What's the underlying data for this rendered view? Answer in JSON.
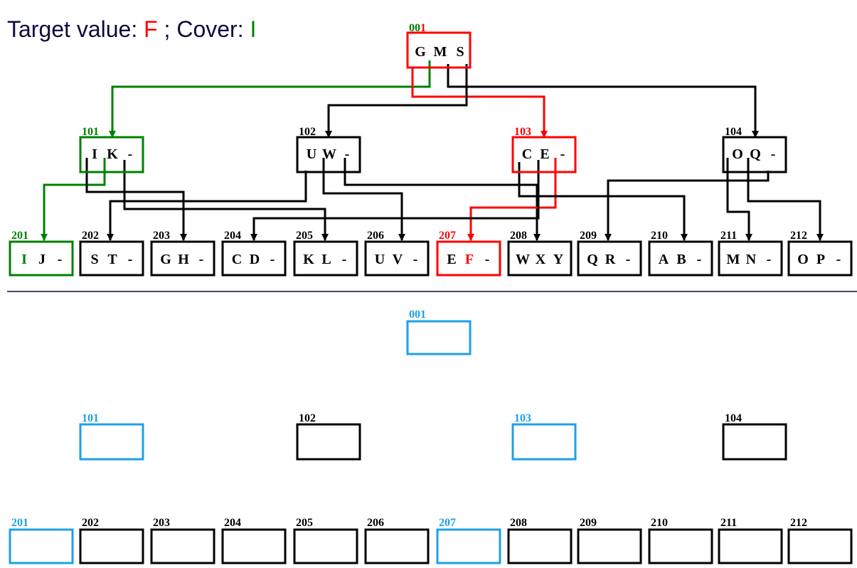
{
  "title": {
    "prefix": "Target value: ",
    "target": "F",
    "separator": "; Cover: ",
    "cover": "I"
  },
  "colors": {
    "default": "#000000",
    "target": "#ff0000",
    "cover": "#008000",
    "empty_highlight": "#1ea0e6",
    "title_text": "#0c0c3c",
    "divider": "#0c0c3c"
  },
  "upper": {
    "root": {
      "id_part1": "00",
      "id_part2": "1",
      "keys": [
        "G",
        "M",
        "S"
      ]
    },
    "level1": [
      {
        "id": "101",
        "keys": [
          "I",
          "K",
          "-"
        ]
      },
      {
        "id": "102",
        "keys": [
          "U",
          "W",
          "-"
        ]
      },
      {
        "id": "103",
        "keys": [
          "C",
          "E",
          "-"
        ]
      },
      {
        "id": "104",
        "keys": [
          "O",
          "Q",
          "-"
        ]
      }
    ],
    "leaves": [
      {
        "id": "201",
        "keys": [
          "I",
          "J",
          "-"
        ]
      },
      {
        "id": "202",
        "keys": [
          "S",
          "T",
          "-"
        ]
      },
      {
        "id": "203",
        "keys": [
          "G",
          "H",
          "-"
        ]
      },
      {
        "id": "204",
        "keys": [
          "C",
          "D",
          "-"
        ]
      },
      {
        "id": "205",
        "keys": [
          "K",
          "L",
          "-"
        ]
      },
      {
        "id": "206",
        "keys": [
          "U",
          "V",
          "-"
        ]
      },
      {
        "id": "207",
        "keys": [
          "E",
          "F",
          "-"
        ]
      },
      {
        "id": "208",
        "keys": [
          "W",
          "X",
          "Y"
        ]
      },
      {
        "id": "209",
        "keys": [
          "Q",
          "R",
          "-"
        ]
      },
      {
        "id": "210",
        "keys": [
          "A",
          "B",
          "-"
        ]
      },
      {
        "id": "211",
        "keys": [
          "M",
          "N",
          "-"
        ]
      },
      {
        "id": "212",
        "keys": [
          "O",
          "P",
          "-"
        ]
      }
    ]
  },
  "lower": {
    "root": {
      "id": "001"
    },
    "level1": [
      {
        "id": "101"
      },
      {
        "id": "102"
      },
      {
        "id": "103"
      },
      {
        "id": "104"
      }
    ],
    "leaves": [
      {
        "id": "201"
      },
      {
        "id": "202"
      },
      {
        "id": "203"
      },
      {
        "id": "204"
      },
      {
        "id": "205"
      },
      {
        "id": "206"
      },
      {
        "id": "207"
      },
      {
        "id": "208"
      },
      {
        "id": "209"
      },
      {
        "id": "210"
      },
      {
        "id": "211"
      },
      {
        "id": "212"
      }
    ]
  }
}
